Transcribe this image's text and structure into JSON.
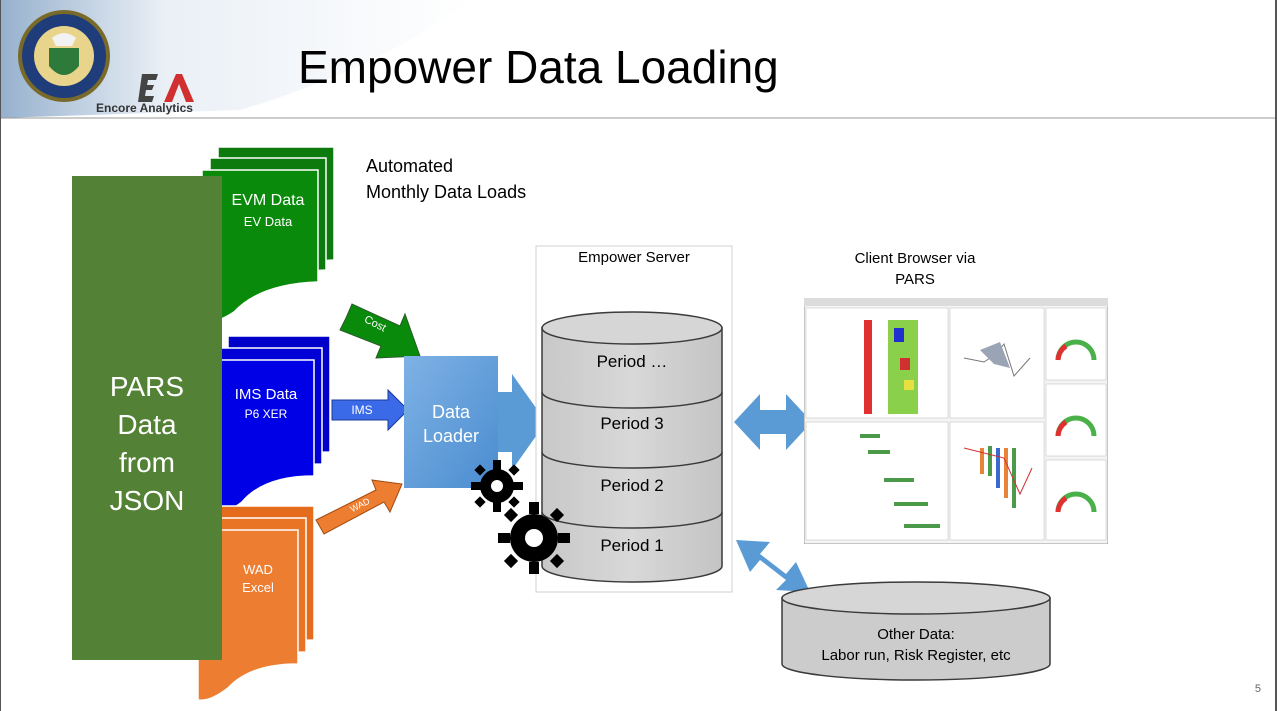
{
  "slide": {
    "title": "Empower Data Loading",
    "page_number": "5",
    "logo_text": "Encore Analytics"
  },
  "sources": {
    "pars_label": [
      "PARS",
      "Data",
      "from",
      "JSON"
    ],
    "evm": {
      "title": "EVM Data",
      "subtitle": "EV Data"
    },
    "ims": {
      "title": "IMS Data",
      "subtitle": "P6 XER"
    },
    "wad": {
      "title": "WAD",
      "subtitle": "Excel"
    }
  },
  "flows": {
    "automated_line1": "Automated",
    "automated_line2": "Monthly Data Loads",
    "cost_arrow": "Cost",
    "ims_arrow": "IMS",
    "wad_arrow": "WAD"
  },
  "loader": {
    "line1": "Data",
    "line2": "Loader"
  },
  "server": {
    "title": "Empower Server",
    "periods": [
      "Period …",
      "Period 3",
      "Period 2",
      "Period 1"
    ]
  },
  "client": {
    "line1": "Client Browser via",
    "line2": "PARS"
  },
  "other_data": {
    "line1": "Other Data:",
    "line2": "Labor run, Risk Register, etc"
  },
  "colors": {
    "pars_green": "#538135",
    "evm_green": "#0a8a0a",
    "ims_blue": "#0000e6",
    "wad_orange": "#ed7d31",
    "loader_blue": "#5b9bd5",
    "cylinder_gray": "#d0d0d0"
  }
}
